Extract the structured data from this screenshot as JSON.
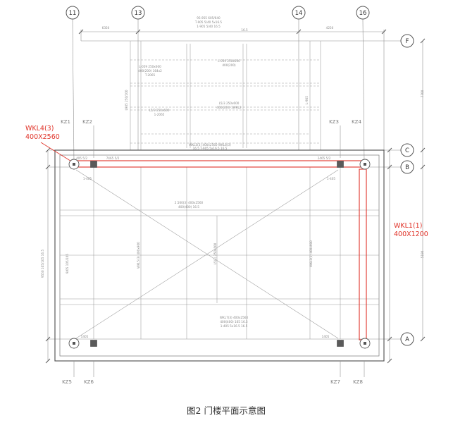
{
  "caption": "图2 门楼平面示意图",
  "colors": {
    "highlight_red": "#e03228",
    "line_gray": "#8f8f8f",
    "wall_dark": "#4a4a4a"
  },
  "axis_bubbles": {
    "top": [
      {
        "label": "11"
      },
      {
        "label": "13"
      },
      {
        "label": "14"
      },
      {
        "label": "16"
      }
    ],
    "right": [
      {
        "label": "F"
      },
      {
        "label": "C"
      },
      {
        "label": "B"
      },
      {
        "label": "A"
      }
    ]
  },
  "column_labels": {
    "top": [
      {
        "label": "KZ1"
      },
      {
        "label": "KZ2"
      },
      {
        "label": "KZ3"
      },
      {
        "label": "KZ4"
      }
    ],
    "bottom": [
      {
        "label": "KZ5"
      },
      {
        "label": "KZ6"
      },
      {
        "label": "KZ7"
      },
      {
        "label": "KZ8"
      }
    ]
  },
  "beam_callouts": [
    {
      "name": "WKL4(3)",
      "size": "400X2560"
    },
    {
      "name": "WKL1(1)",
      "size": "400X1200"
    }
  ],
  "annotations": [
    {
      "text": "6350"
    },
    {
      "text": "95.955 605/640"
    },
    {
      "text": "T-905 5/40 5x16.5"
    },
    {
      "text": "1-905 5/40 16.5"
    },
    {
      "text": "4250"
    },
    {
      "text": "16.5"
    },
    {
      "text": "L-059 250x600"
    },
    {
      "text": "400(200) 164x2"
    },
    {
      "text": "T-2065"
    },
    {
      "text": "L-059 250x600"
    },
    {
      "text": "400(200)"
    },
    {
      "text": "L905 250/200"
    },
    {
      "text": "L5/3 250x600"
    },
    {
      "text": "400(200) 1WKL2"
    },
    {
      "text": "L5/3 250x600"
    },
    {
      "text": "1-2065"
    },
    {
      "text": "L-905"
    },
    {
      "text": "WKL5(3) 400x2560 WKL8(3)"
    },
    {
      "text": "16.5 T-905 5x16.5 16.5"
    },
    {
      "text": "405 5/2"
    },
    {
      "text": "7465 5/2"
    },
    {
      "text": "2465 5/2"
    },
    {
      "text": "1-405"
    },
    {
      "text": "1-405"
    },
    {
      "text": "2.560(3) 400x2560"
    },
    {
      "text": "400(400) 16.5"
    },
    {
      "text": "WKL5(3) 400x900"
    },
    {
      "text": "L5(1) 250x500"
    },
    {
      "text": "WKL3(1) 400x900"
    },
    {
      "text": "9/05 105/105"
    },
    {
      "text": "9550 105/105 16.5"
    },
    {
      "text": "WKL7(3) 400x2560"
    },
    {
      "text": "400(400) 165 16.5"
    },
    {
      "text": "1-405 5x16.5 16.5"
    },
    {
      "text": "1405"
    },
    {
      "text": "1405"
    },
    {
      "text": "7700"
    },
    {
      "text": "5190"
    }
  ]
}
